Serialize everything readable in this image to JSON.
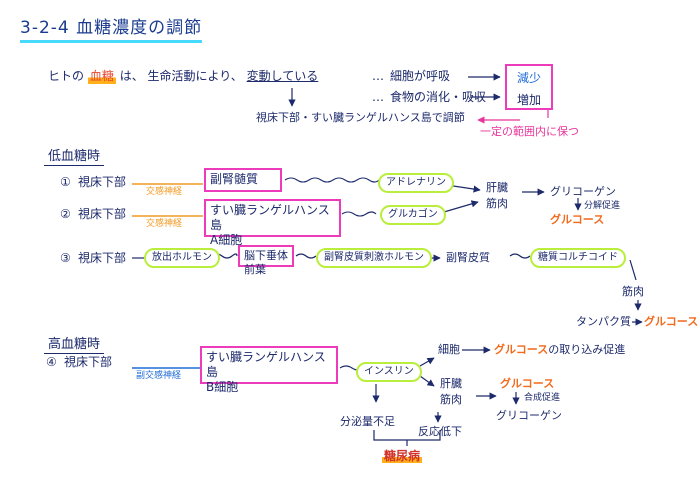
{
  "title": "3-2-4 血糖濃度の調節",
  "intro": {
    "prefix": "ヒトの",
    "blood_sugar": "血糖",
    "particle": "は、",
    "life_activity": "生命活動により、",
    "fluctuating": "変動している",
    "dots": "…",
    "item1": "細胞が呼吸",
    "item2": "食物の消化・吸収",
    "result1": "減少",
    "result2": "増加",
    "regulation": "視床下部・すい臓ランゲルハンス島で調節",
    "keep_range": "一定の範囲内に保つ"
  },
  "hypo": {
    "heading": "低血糖時",
    "row1": {
      "num": "①",
      "center": "視床下部",
      "nerve": "交感神経",
      "organ": "副腎髄質",
      "hormone": "アドレナリン"
    },
    "row2": {
      "num": "②",
      "center": "視床下部",
      "nerve": "交感神経",
      "organ_line1": "すい臓ランゲルハンス島",
      "organ_line2": "A細胞",
      "hormone": "グルカゴン"
    },
    "targets": {
      "liver": "肝臓",
      "muscle": "筋肉",
      "glycogen": "グリコーゲン",
      "breakdown": "分解促進",
      "glucose": "グルコース"
    },
    "row3": {
      "num": "③",
      "center": "視床下部",
      "releasing": "放出ホルモン",
      "organ": "脳下垂体前葉",
      "acth": "副腎皮質刺激ホルモン",
      "cortex": "副腎皮質",
      "cortico": "糖質コルチコイド",
      "muscle": "筋肉",
      "protein": "タンパク質",
      "glucose": "グルコース"
    }
  },
  "hyper": {
    "heading": "高血糖時",
    "row4": {
      "num": "④",
      "center": "視床下部",
      "nerve": "副交感神経",
      "organ_line1": "すい臓ランゲルハンス島",
      "organ_line2": "B細胞",
      "hormone": "インスリン",
      "cell": "細胞",
      "uptake_glucose": "グルコース",
      "uptake_suffix": "の取り込み促進",
      "liver": "肝臓",
      "muscle": "筋肉",
      "glucose": "グルコース",
      "synthesis": "合成促進",
      "glycogen": "グリコーゲン",
      "low_secretion": "分泌量不足",
      "low_response": "反応低下",
      "diabetes": "糖尿病"
    }
  },
  "colors": {
    "ink": "#1d2a6b",
    "box": "#ec3bbb",
    "pill": "#b9ee3c",
    "accent_orange": "#f26a1c",
    "accent_magenta": "#e8359b",
    "title_underline": "#48d9ff"
  }
}
